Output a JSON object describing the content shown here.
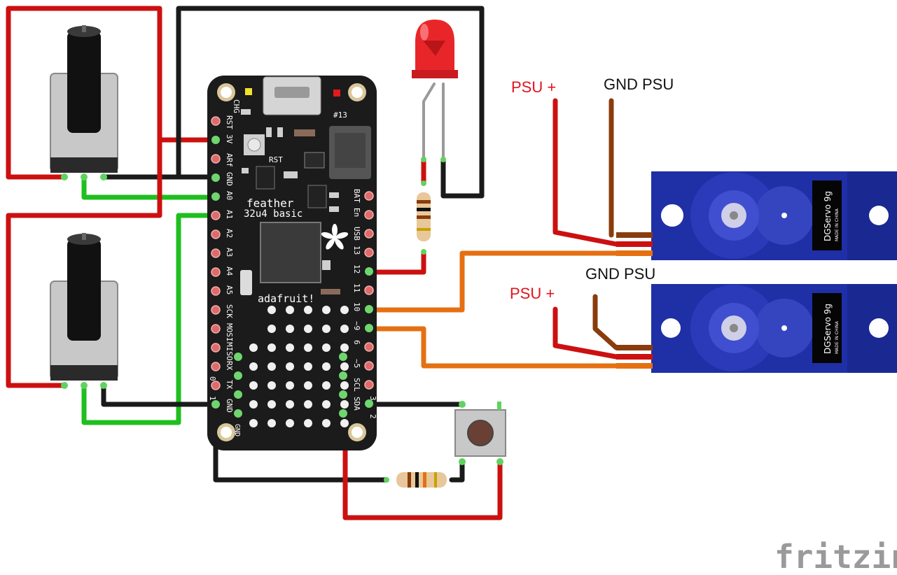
{
  "board": {
    "brand": "adafruit!",
    "name": "feather",
    "model": "32u4 basic",
    "led_label": "#13",
    "chg_label": "CHG",
    "rst_label": "RST",
    "left_pins": [
      "RST",
      "3V",
      "ARf",
      "GND",
      "A0",
      "A1",
      "A2",
      "A3",
      "A4",
      "A5",
      "SCK",
      "MOSI",
      "MISO",
      "RX",
      "TX",
      "GND"
    ],
    "right_pins": [
      "BAT",
      "En",
      "USB",
      "13",
      "12",
      "11",
      "10",
      "~9",
      "6",
      "~5",
      "SCL",
      "SDA"
    ],
    "bottom_left_pins": [
      "0",
      "1"
    ],
    "bottom_right_pins": [
      "3",
      "2"
    ],
    "proto_gnd_label": "GND"
  },
  "servos": [
    {
      "model": "DGServo 9g",
      "origin": "MADE IN CHINA",
      "psu_plus_label": "PSU +",
      "gnd_label": "GND PSU"
    },
    {
      "model": "DGServo 9g",
      "origin": "MADE IN CHINA",
      "psu_plus_label": "PSU +",
      "gnd_label": "GND PSU"
    }
  ],
  "watermark": "fritzing",
  "colors": {
    "wire_power": "#cc1010",
    "wire_ground": "#1a1a1a",
    "wire_signal_analog": "#1fbf1f",
    "wire_signal_servo": "#e57012",
    "servo_body": "#1f2fa6",
    "board": "#1b1b1b"
  }
}
